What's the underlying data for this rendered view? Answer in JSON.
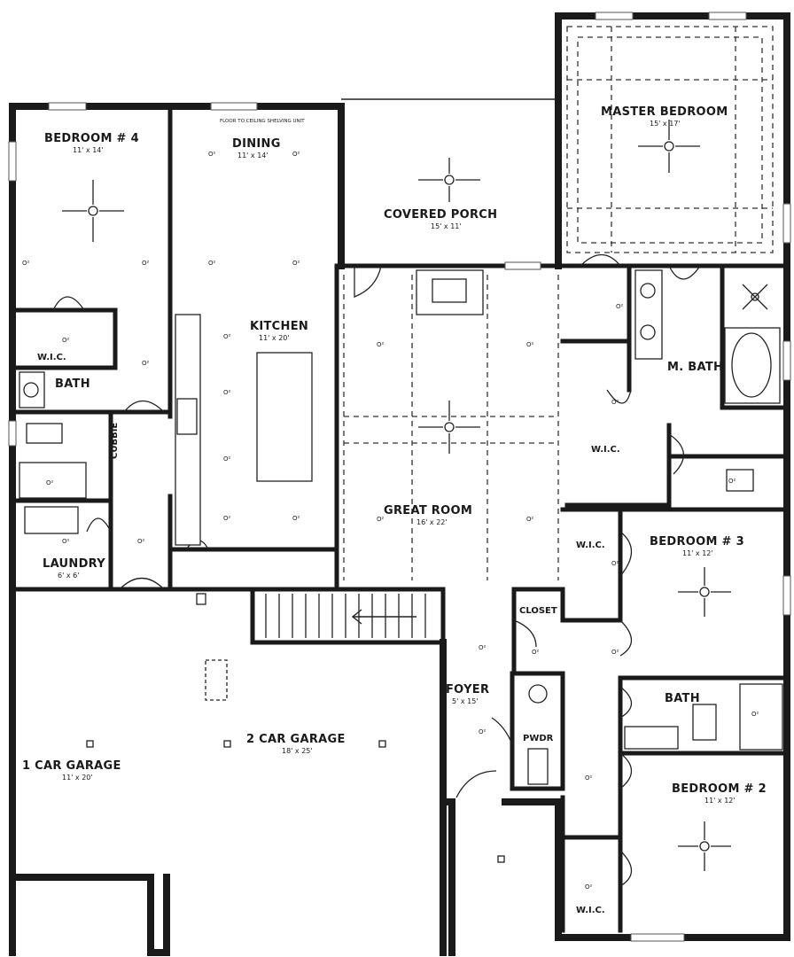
{
  "rooms": {
    "bedroom4": {
      "name": "BEDROOM # 4",
      "dims": "11' x 14'"
    },
    "dining": {
      "name": "DINING",
      "dims": "11' x 14'",
      "note": "FLOOR TO CEILING SHELVING UNIT"
    },
    "covered_porch": {
      "name": "COVERED PORCH",
      "dims": "15' x 11'"
    },
    "master_bedroom": {
      "name": "MASTER BEDROOM",
      "dims": "15' x 17'"
    },
    "kitchen": {
      "name": "KITCHEN",
      "dims": "11' x 20'"
    },
    "wic_left": {
      "name": "W.I.C."
    },
    "bath_left": {
      "name": "BATH"
    },
    "cubbie": {
      "name": "CUBBIE"
    },
    "laundry": {
      "name": "LAUNDRY",
      "dims": "6' x 6'"
    },
    "m_bath": {
      "name": "M. BATH"
    },
    "wic_master": {
      "name": "W.I.C."
    },
    "great_room": {
      "name": "GREAT ROOM",
      "dims": "16' x 22'"
    },
    "wic_bed3": {
      "name": "W.I.C."
    },
    "bedroom3": {
      "name": "BEDROOM # 3",
      "dims": "11' x 12'"
    },
    "closet": {
      "name": "CLOSET"
    },
    "foyer": {
      "name": "FOYER",
      "dims": "5' x 15'"
    },
    "pwdr": {
      "name": "PWDR"
    },
    "bath_right": {
      "name": "BATH"
    },
    "bedroom2": {
      "name": "BEDROOM # 2",
      "dims": "11' x 12'"
    },
    "wic_bed2": {
      "name": "W.I.C."
    },
    "one_car_garage": {
      "name": "1 CAR GARAGE",
      "dims": "11' x 20'"
    },
    "two_car_garage": {
      "name": "2 CAR GARAGE",
      "dims": "18' x 25'"
    }
  }
}
